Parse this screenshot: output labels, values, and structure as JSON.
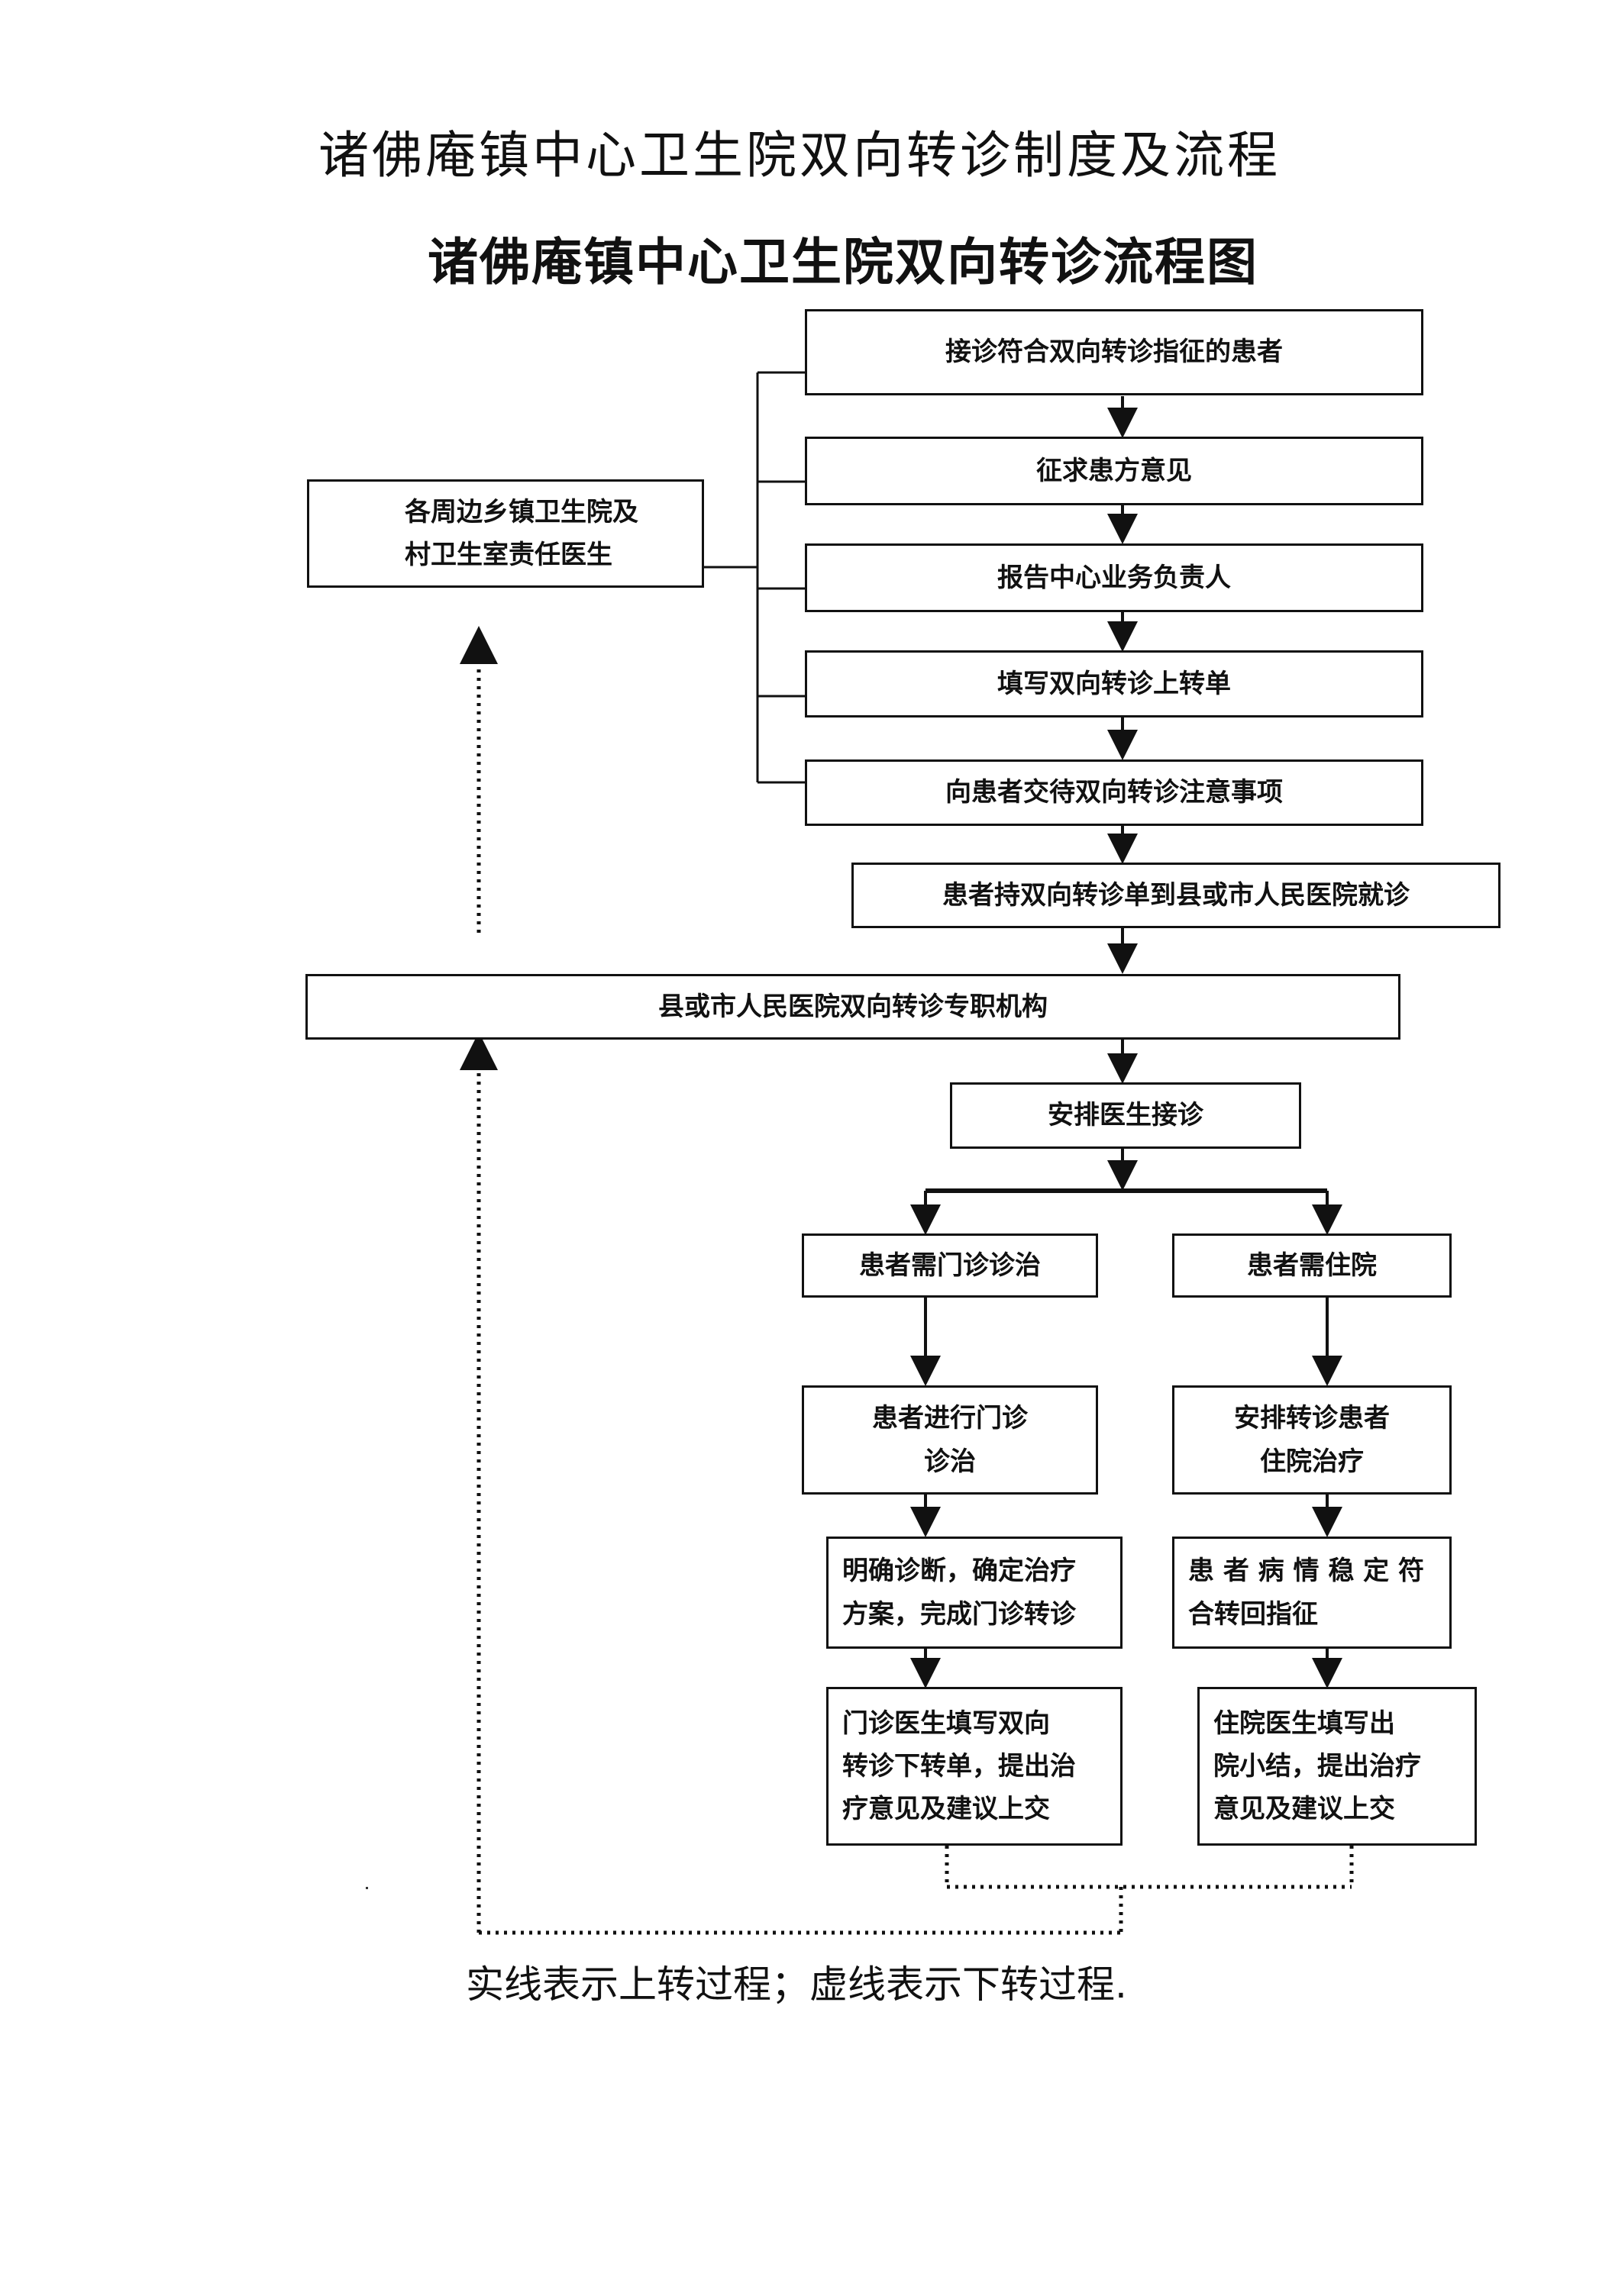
{
  "title": "诸佛庵镇中心卫生院双向转诊制度及流程",
  "subtitle": "诸佛庵镇中心卫生院双向转诊流程图",
  "nodes": {
    "accept_patient": "接诊符合双向转诊指征的患者",
    "ask_patient_opinion": "征求患方意见",
    "report_center": "报告中心业务负责人",
    "fill_upward_form": "填写双向转诊上转单",
    "explain_notes": "向患者交待双向转诊注意事项",
    "patient_to_hospital": "患者持双向转诊单到县或市人民医院就诊",
    "township_doctors": [
      "各周边乡镇卫生院及",
      "村卫生室责任医生"
    ],
    "referral_agency": "县或市人民医院双向转诊专职机构",
    "arrange_doctor": "安排医生接诊",
    "need_outpatient": "患者需门诊诊治",
    "need_inpatient": "患者需住院",
    "do_outpatient": [
      "患者进行门诊",
      "诊治"
    ],
    "arrange_inpatient": [
      "安排转诊患者",
      "住院治疗"
    ],
    "diagnose_plan": [
      "明确诊断，确定治疗",
      "方案，完成门诊转诊"
    ],
    "condition_stable": [
      "患 者 病 情 稳 定 符",
      "合转回指征"
    ],
    "outpatient_downward": [
      "门诊医生填写双向",
      "转诊下转单，提出治",
      "疗意见及建议上交"
    ],
    "inpatient_downward": [
      "住院医生填写出",
      "院小结，提出治疗",
      "意见及建议上交"
    ]
  },
  "legend": "实线表示上转过程；虚线表示下转过程."
}
